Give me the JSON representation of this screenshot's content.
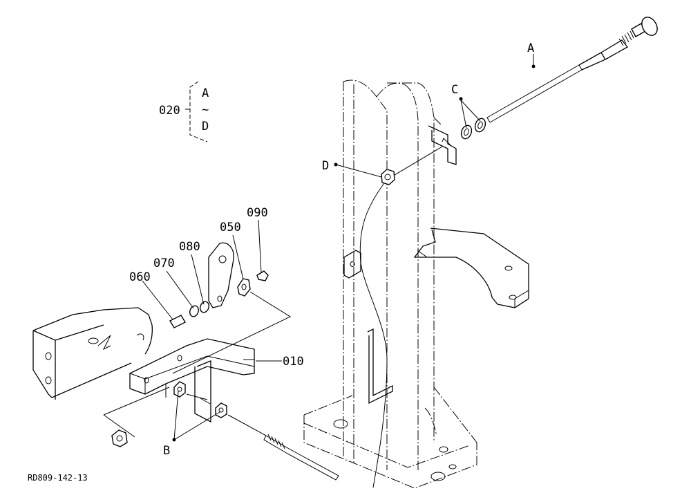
{
  "labels": {
    "grp_020": "020",
    "range_a": "A",
    "range_tilde": "~",
    "range_d": "D",
    "a": "A",
    "c": "C",
    "d": "D",
    "b": "B",
    "p050": "050",
    "p060": "060",
    "p070": "070",
    "p080": "080",
    "p090": "090",
    "p010": "010"
  },
  "drawing_code": "RD809-142-13"
}
